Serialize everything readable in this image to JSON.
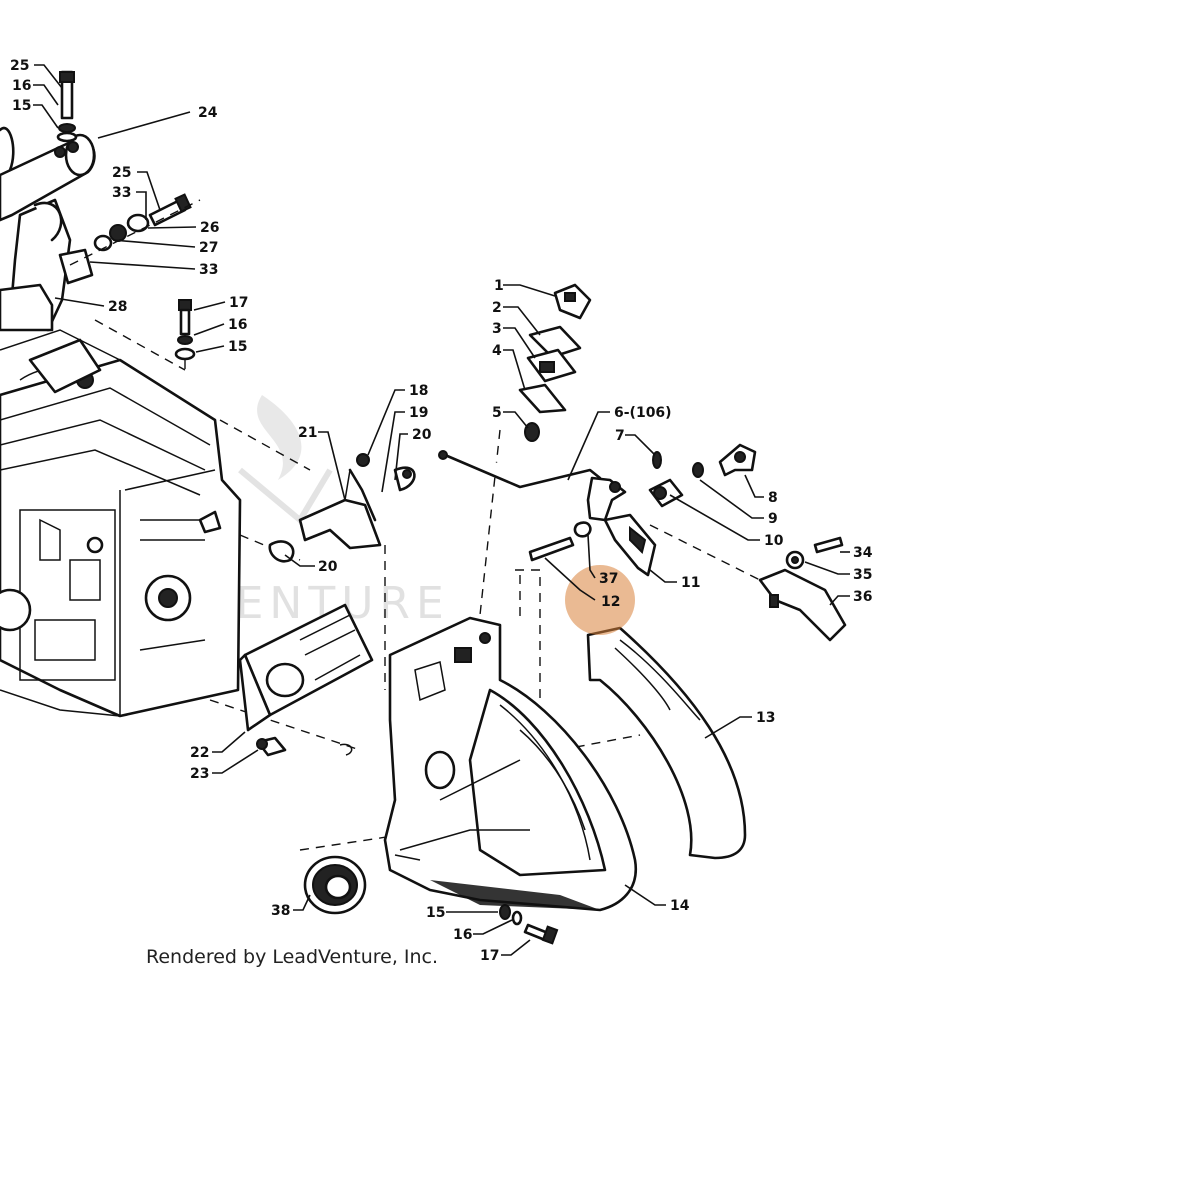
{
  "credit_text": "Rendered by LeadVenture, Inc.",
  "watermark_text": "LEADVENTURE",
  "highlight": {
    "labels": [
      "37",
      "12"
    ],
    "color": "#d9823b"
  },
  "callouts": [
    {
      "id": "c-25a",
      "text": "25"
    },
    {
      "id": "c-16a",
      "text": "16"
    },
    {
      "id": "c-15a",
      "text": "15"
    },
    {
      "id": "c-24",
      "text": "24"
    },
    {
      "id": "c-25b",
      "text": "25"
    },
    {
      "id": "c-33a",
      "text": "33"
    },
    {
      "id": "c-26",
      "text": "26"
    },
    {
      "id": "c-27",
      "text": "27"
    },
    {
      "id": "c-33b",
      "text": "33"
    },
    {
      "id": "c-28",
      "text": "28"
    },
    {
      "id": "c-17a",
      "text": "17"
    },
    {
      "id": "c-16b",
      "text": "16"
    },
    {
      "id": "c-15b",
      "text": "15"
    },
    {
      "id": "c-1",
      "text": "1"
    },
    {
      "id": "c-2",
      "text": "2"
    },
    {
      "id": "c-3",
      "text": "3"
    },
    {
      "id": "c-4",
      "text": "4"
    },
    {
      "id": "c-5",
      "text": "5"
    },
    {
      "id": "c-18",
      "text": "18"
    },
    {
      "id": "c-19",
      "text": "19"
    },
    {
      "id": "c-20a",
      "text": "20"
    },
    {
      "id": "c-21",
      "text": "21"
    },
    {
      "id": "c-20b",
      "text": "20"
    },
    {
      "id": "c-6",
      "text": "6-(106)"
    },
    {
      "id": "c-7",
      "text": "7"
    },
    {
      "id": "c-8",
      "text": "8"
    },
    {
      "id": "c-9",
      "text": "9"
    },
    {
      "id": "c-10",
      "text": "10"
    },
    {
      "id": "c-11",
      "text": "11"
    },
    {
      "id": "c-37",
      "text": "37"
    },
    {
      "id": "c-12",
      "text": "12"
    },
    {
      "id": "c-34",
      "text": "34"
    },
    {
      "id": "c-35",
      "text": "35"
    },
    {
      "id": "c-36",
      "text": "36"
    },
    {
      "id": "c-13",
      "text": "13"
    },
    {
      "id": "c-22",
      "text": "22"
    },
    {
      "id": "c-23",
      "text": "23"
    },
    {
      "id": "c-14",
      "text": "14"
    },
    {
      "id": "c-38",
      "text": "38"
    },
    {
      "id": "c-15c",
      "text": "15"
    },
    {
      "id": "c-16c",
      "text": "16"
    },
    {
      "id": "c-17b",
      "text": "17"
    }
  ]
}
